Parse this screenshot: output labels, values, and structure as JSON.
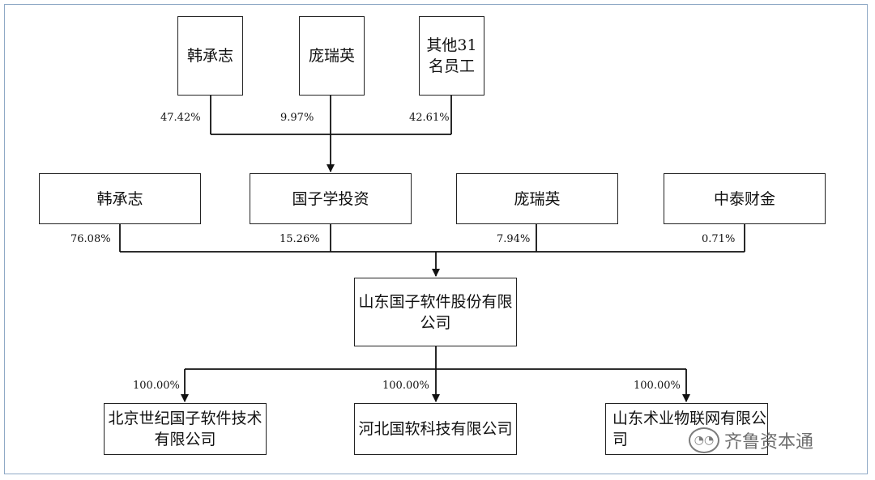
{
  "nodes": {
    "han_top": "韩承志",
    "pang_top": "庞瑞英",
    "others_top": "其他31\n名员工",
    "han_mid": "韩承志",
    "guozi_invest": "国子学投资",
    "pang_mid": "庞瑞英",
    "zhongtai": "中泰财金",
    "company": "山东国子软件股份有限\n公司",
    "beijing": "北京世纪国子软件技术\n有限公司",
    "hebei": "河北国软科技有限公司",
    "shandong_iot": "山东术业物联网有限公\n司"
  },
  "percents": {
    "han_top": "47.42%",
    "pang_top": "9.97%",
    "others_top": "42.61%",
    "han_mid": "76.08%",
    "guozi_invest": "15.26%",
    "pang_mid": "7.94%",
    "zhongtai": "0.71%",
    "beijing": "100.00%",
    "hebei": "100.00%",
    "shandong_iot": "100.00%"
  },
  "watermark": {
    "icon": "wechat-icon",
    "text": "齐鲁资本通"
  }
}
